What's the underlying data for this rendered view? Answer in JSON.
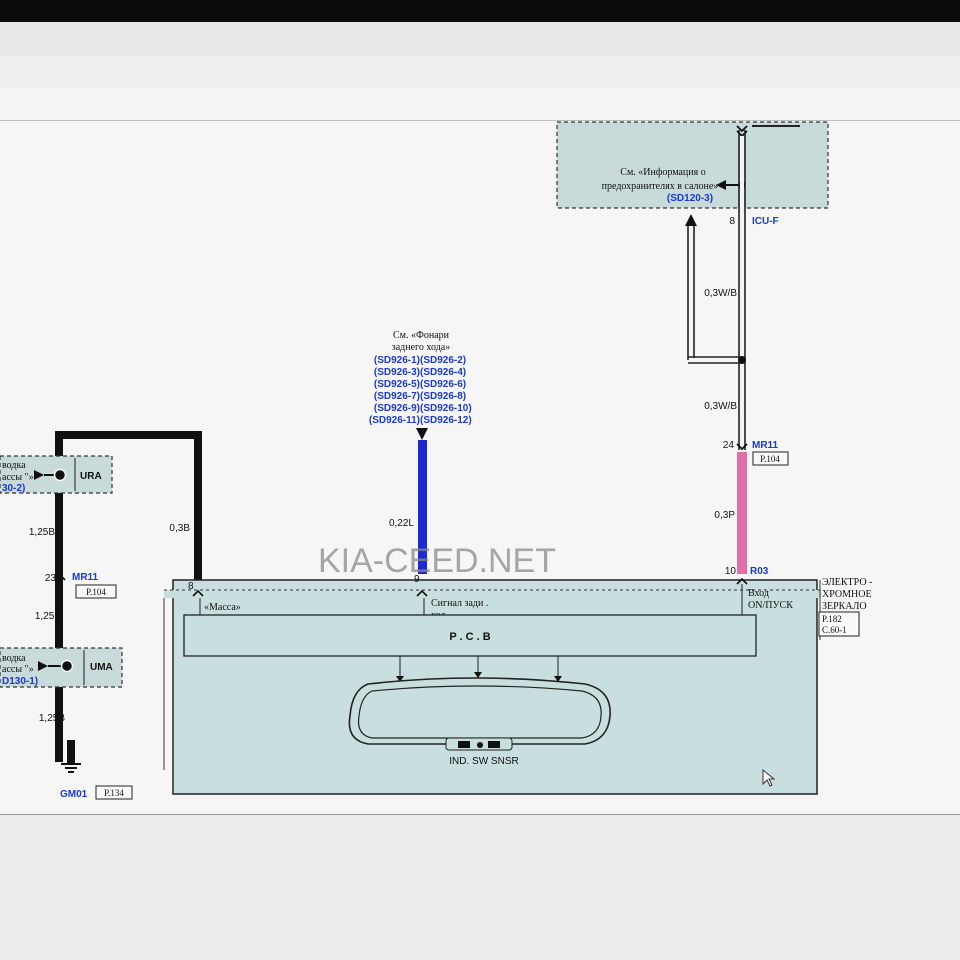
{
  "watermark": "KIA-CEED.NET",
  "fuse_box": {
    "ref_line1": "См. «Информация о",
    "ref_line2": "предохранителях в салоне»",
    "link": "(SD120-3)",
    "pin": "8",
    "connector": "ICU-F"
  },
  "wires": {
    "w1": "0,3W/B",
    "w2": "0,3W/B",
    "pink": "0,3P",
    "blue": "0,22L",
    "black": "0,3B",
    "left_a": "1,25B",
    "left_b": "1,25B",
    "left_c": "1,25B"
  },
  "mr11_right": {
    "pin": "24",
    "name": "MR11",
    "page": "P.104"
  },
  "mr11_left": {
    "pin": "23",
    "name": "MR11",
    "page": "P.104"
  },
  "reverse_lamp": {
    "ref_line1": "См. «Фонари",
    "ref_line2": "заднего хода»",
    "links": [
      "(SD926-1)",
      "(SD926-2)",
      "(SD926-3)",
      "(SD926-4)",
      "(SD926-5)",
      "(SD926-6)",
      "(SD926-7)",
      "(SD926-8)",
      "(SD926-9)",
      "(SD926-10)",
      "(SD926-11)",
      "(SD926-12)"
    ]
  },
  "pins": {
    "p8": "8",
    "p9": "9",
    "p10": "10",
    "r03": "R03"
  },
  "mirror": {
    "mass_label": "«Масса»",
    "signal_label1": "Сигнал зади .",
    "signal_label2": "ход",
    "input_label1": "Вход",
    "input_label2": "ON/ПУСК",
    "pcb": "P . C . B",
    "bottom": "IND. SW SNSR",
    "title1": "ЭЛЕКТРО -",
    "title2": "ХРОМНОЕ",
    "title3": "ЗЕРКАЛО",
    "ref_page": "P.182",
    "ref_c": "C.60-1"
  },
  "ground": {
    "upper_label1": "водка",
    "upper_label2": "ассы \"»",
    "upper_link": "30-2)",
    "upper_conn": "URA",
    "lower_label1": "водка",
    "lower_label2": "ассы \"»",
    "lower_link": "D130-1)",
    "lower_conn": "UMA",
    "gm": "GM01",
    "gm_page": "P.134"
  }
}
